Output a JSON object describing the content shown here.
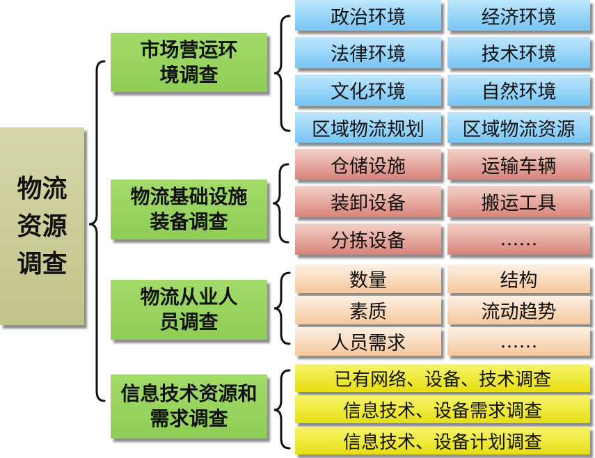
{
  "root": {
    "label": "物流资源调查"
  },
  "categories": [
    {
      "label": "市场营运环境调查",
      "items": [
        "政治环境",
        "经济环境",
        "法律环境",
        "技术环境",
        "文化环境",
        "自然环境",
        "区域物流规划",
        "区域物流资源"
      ],
      "color": "#77c5f5"
    },
    {
      "label": "物流基础设施装备调查",
      "items": [
        "仓储设施",
        "运输车辆",
        "装卸设备",
        "搬运工具",
        "分拣设备",
        "……"
      ],
      "color": "#d98379"
    },
    {
      "label": "物流从业人员调查",
      "items": [
        "数量",
        "结构",
        "素质",
        "流动趋势",
        "人员需求",
        "……"
      ],
      "color": "#f6c89c"
    },
    {
      "label": "信息技术资源和需求调查",
      "items": [
        "已有网络、设备、技术调查",
        "信息技术、设备需求调查",
        "信息技术、设备计划调查"
      ],
      "color": "#e7df12"
    }
  ]
}
